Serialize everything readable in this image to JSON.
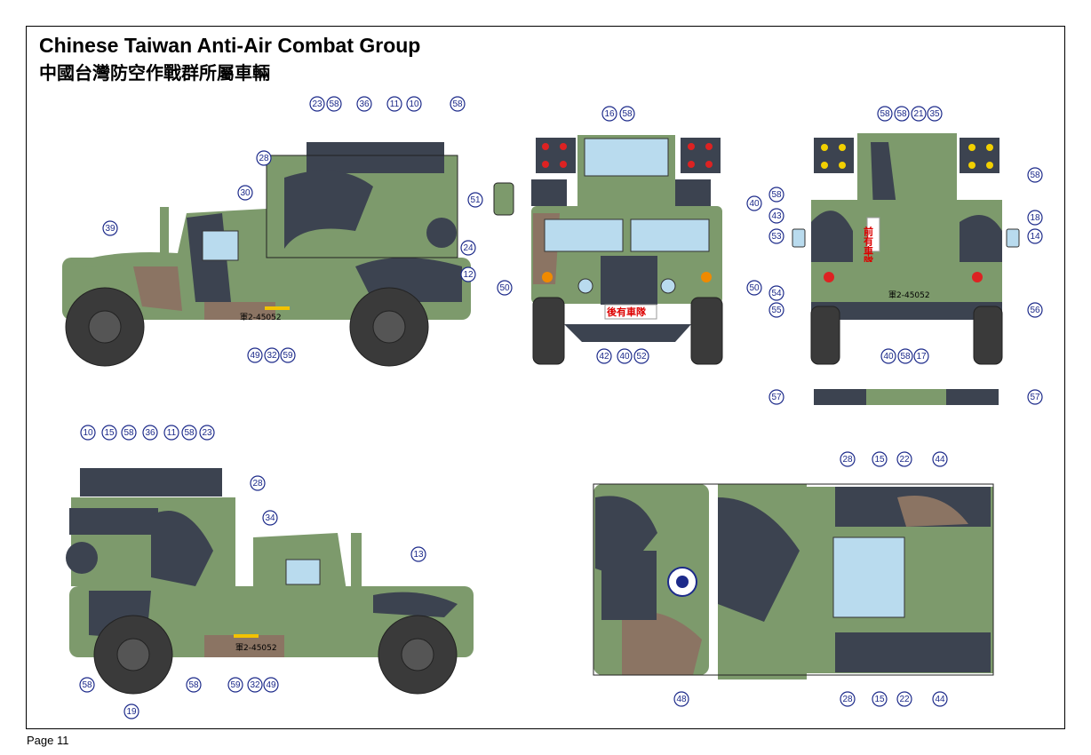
{
  "header": {
    "title_en": "Chinese Taiwan Anti-Air Combat Group",
    "title_zh": "中國台灣防空作戰群所屬車輛"
  },
  "footer": {
    "page": "Page 11"
  },
  "markings": {
    "plate": "軍2-45052",
    "front_sign": "後有車隊",
    "rear_sign": "前有車隊"
  },
  "colors": {
    "green": "#7d9a6c",
    "dark": "#3c4350",
    "brown": "#8b7463",
    "glass": "#b9dbee",
    "callout": "#1c2a8a"
  },
  "views": {
    "left_side": {
      "callouts": [
        "23",
        "58",
        "36",
        "11",
        "10",
        "58",
        "28",
        "30",
        "39",
        "24",
        "12",
        "49",
        "32",
        "59"
      ]
    },
    "front": {
      "callouts": [
        "16",
        "58",
        "51",
        "40",
        "50",
        "50",
        "42",
        "40",
        "52"
      ]
    },
    "rear": {
      "callouts": [
        "58",
        "58",
        "21",
        "35",
        "58",
        "58",
        "43",
        "18",
        "53",
        "14",
        "54",
        "55",
        "56",
        "40",
        "58",
        "17",
        "57",
        "57"
      ]
    },
    "right_side": {
      "callouts": [
        "10",
        "15",
        "58",
        "36",
        "11",
        "58",
        "23",
        "28",
        "34",
        "13",
        "58",
        "58",
        "59",
        "32",
        "49",
        "19"
      ]
    },
    "top": {
      "callouts": [
        "28",
        "15",
        "22",
        "44",
        "48",
        "28",
        "15",
        "22",
        "44"
      ]
    }
  }
}
